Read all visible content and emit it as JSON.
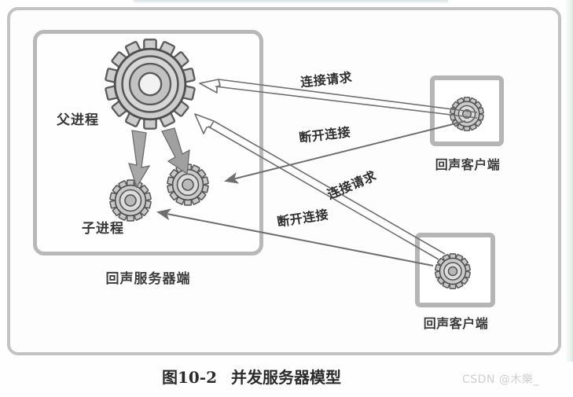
{
  "figure": {
    "caption_number": "图10-2",
    "caption_title": "并发服务器模型",
    "watermark": "CSDN @木樂_"
  },
  "server": {
    "box_label": "回声服务器端",
    "parent_process_label": "父进程",
    "child_process_label": "子进程",
    "parent_gear_name": "parent-process-gear",
    "child_gears": [
      "child-process-gear-1",
      "child-process-gear-2"
    ]
  },
  "clients": [
    {
      "id": "client-top",
      "label": "回声客户端"
    },
    {
      "id": "client-bottom",
      "label": "回声客户端"
    }
  ],
  "flows": [
    {
      "id": "connect-request-top",
      "label": "连接请求",
      "from": "client-top",
      "to": "parent-process"
    },
    {
      "id": "disconnect-top",
      "label": "断开连接",
      "from": "child-process",
      "to": "client-top"
    },
    {
      "id": "connect-request-bottom",
      "label": "连接请求",
      "from": "client-bottom",
      "to": "parent-process"
    },
    {
      "id": "disconnect-bottom",
      "label": "断开连接",
      "from": "child-process",
      "to": "client-bottom"
    }
  ],
  "colors": {
    "frame": "#c3c3c3",
    "server_border": "#b8b8b8",
    "client_border": "#b5b5b5",
    "gear_fill": "#c9c9c9",
    "gear_stroke": "#6c6c6c",
    "arrow_thin": "#707070",
    "arrow_thick": "#9a9a9a",
    "text": "#2f2f2f",
    "watermark": "#cfcfcf"
  }
}
